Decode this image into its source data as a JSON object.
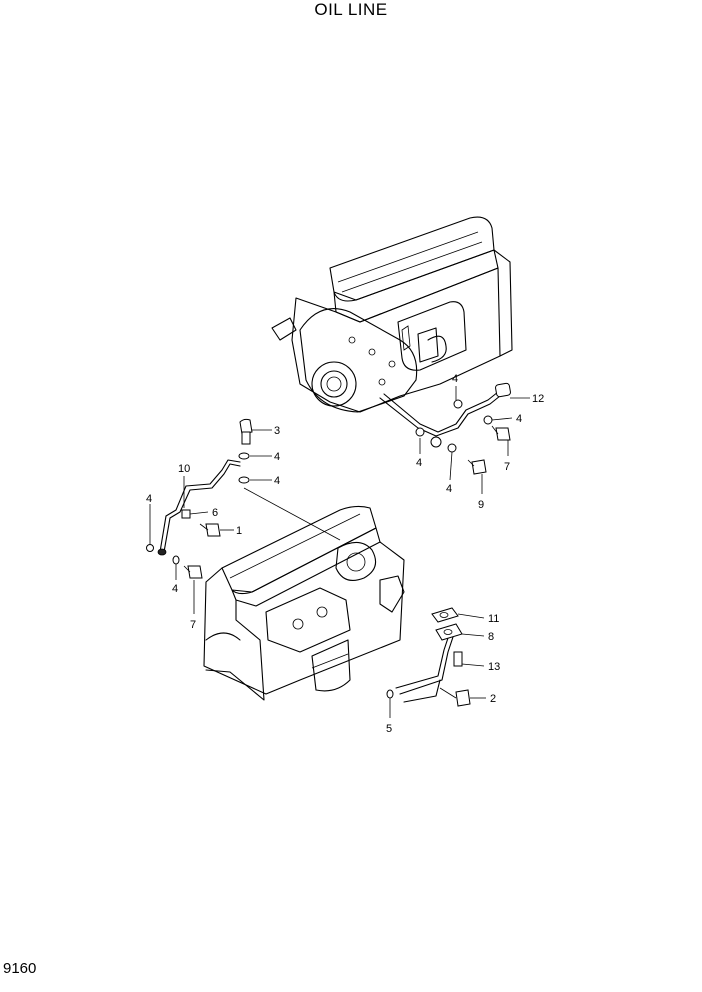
{
  "title": "OIL LINE",
  "page_code": "9160",
  "callouts": [
    {
      "key": "c3",
      "label": "3"
    },
    {
      "key": "c4a",
      "label": "4"
    },
    {
      "key": "c4b",
      "label": "4"
    },
    {
      "key": "c10",
      "label": "10"
    },
    {
      "key": "c6",
      "label": "6"
    },
    {
      "key": "c1",
      "label": "1"
    },
    {
      "key": "c4c",
      "label": "4"
    },
    {
      "key": "c4d",
      "label": "4"
    },
    {
      "key": "c7a",
      "label": "7"
    },
    {
      "key": "c4e",
      "label": "4"
    },
    {
      "key": "c12",
      "label": "12"
    },
    {
      "key": "c4f",
      "label": "4"
    },
    {
      "key": "c7b",
      "label": "7"
    },
    {
      "key": "c4g",
      "label": "4"
    },
    {
      "key": "c4h",
      "label": "4"
    },
    {
      "key": "c9",
      "label": "9"
    },
    {
      "key": "c11",
      "label": "11"
    },
    {
      "key": "c8",
      "label": "8"
    },
    {
      "key": "c13",
      "label": "13"
    },
    {
      "key": "c2",
      "label": "2"
    },
    {
      "key": "c5",
      "label": "5"
    }
  ]
}
